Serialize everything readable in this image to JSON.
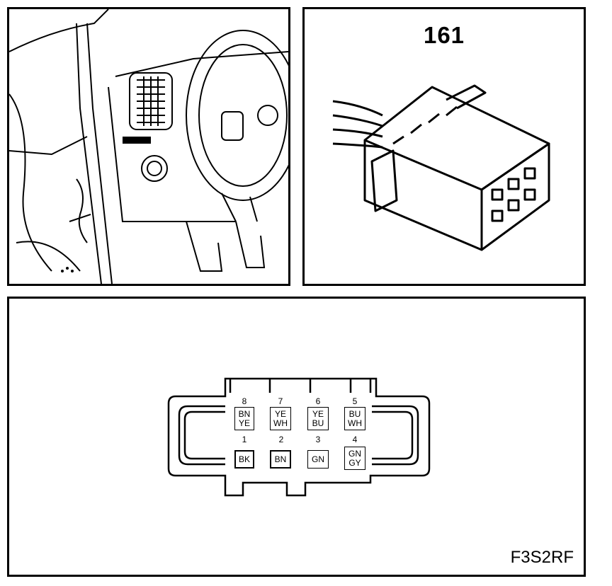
{
  "connector_panel": {
    "connector_number": "161"
  },
  "pinout": {
    "top_row": [
      {
        "pin": "8",
        "wire_colors": [
          "BN",
          "YE"
        ]
      },
      {
        "pin": "7",
        "wire_colors": [
          "YE",
          "WH"
        ]
      },
      {
        "pin": "6",
        "wire_colors": [
          "YE",
          "BU"
        ]
      },
      {
        "pin": "5",
        "wire_colors": [
          "BU",
          "WH"
        ]
      }
    ],
    "bottom_row": [
      {
        "pin": "1",
        "wire_colors": [
          "BK"
        ]
      },
      {
        "pin": "2",
        "wire_colors": [
          "BN"
        ]
      },
      {
        "pin": "3",
        "wire_colors": [
          "GN"
        ]
      },
      {
        "pin": "4",
        "wire_colors": [
          "GN",
          "GY"
        ]
      }
    ]
  },
  "figure_code": "F3S2RF"
}
